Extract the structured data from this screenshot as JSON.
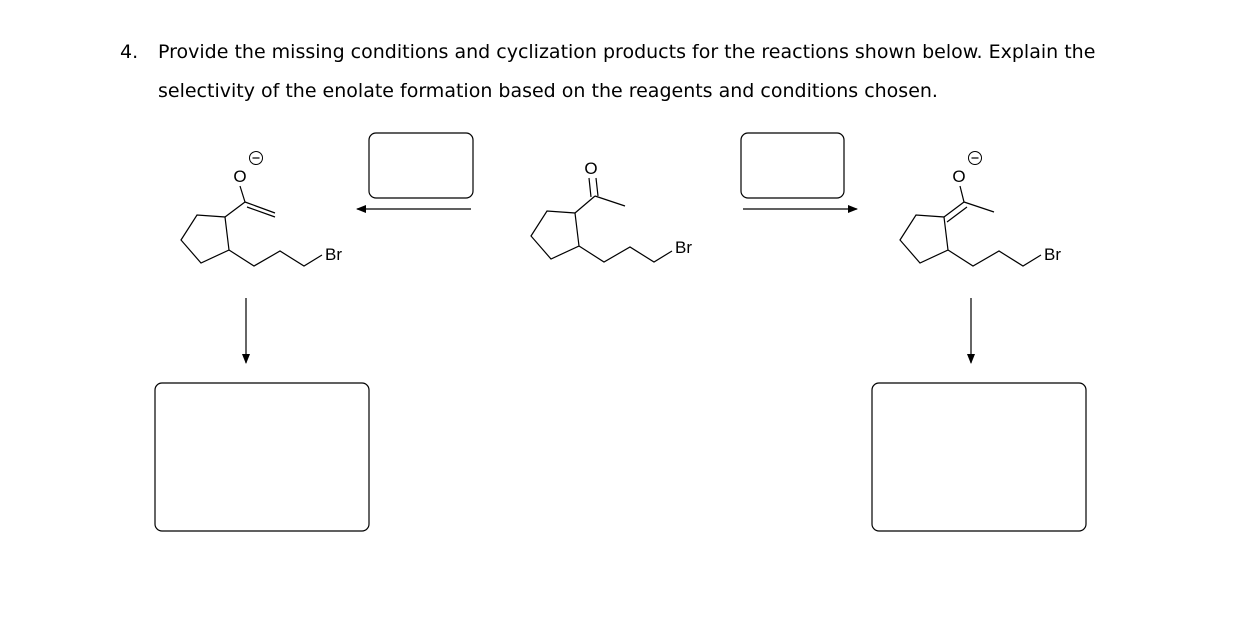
{
  "question": {
    "number": "4.",
    "line1": "Provide the missing conditions and cyclization products for the reactions shown below. Explain the",
    "line2": "selectivity of the enolate formation based on the reagents and conditions chosen."
  },
  "molecules": {
    "left_enolate": {
      "oxygen": "O",
      "charge": "−",
      "halogen": "Br"
    },
    "center_ketone": {
      "oxygen": "O",
      "halogen": "Br"
    },
    "right_enolate": {
      "oxygen": "O",
      "charge": "−",
      "halogen": "Br"
    }
  }
}
